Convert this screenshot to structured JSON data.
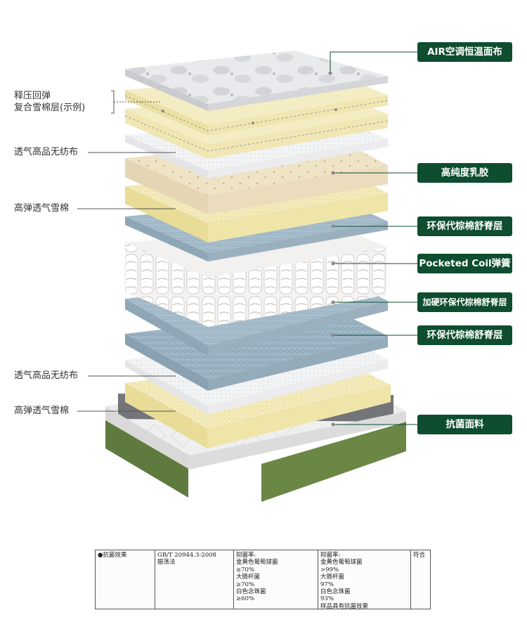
{
  "left_labels": [
    "释压回弹",
    "复合雪棉层(示例)",
    "透气高品无纺布",
    "高弹透气雪棉",
    "透气高品无纺布",
    "高弹透气雪棉"
  ],
  "right_labels": [
    "AIR空调恒温面布",
    "高纯度乳胶",
    "环保代棕棉舒脊层",
    "Pocketed Coil弹簧",
    "加硬环保代棕棉舒脊层",
    "环保代棕棉舒脊层",
    "抗菌面料"
  ],
  "report": {
    "col1": [
      "●抗菌效果"
    ],
    "col2": [
      "GB/T 20944.3-2008",
      "振荡法"
    ],
    "col3": [
      "抑菌率:",
      "金黄色葡萄球菌",
      "≥70%",
      "大肠杆菌",
      "≥70%",
      "白色念珠菌",
      "≥60%"
    ],
    "col4": [
      "抑菌率:",
      "金黄色葡萄球菌",
      ">99%",
      "大肠杆菌",
      "97%",
      "白色念珠菌",
      "93%",
      "样品具有抗菌效果"
    ],
    "col5": [
      "符合"
    ]
  },
  "colors": {
    "brand_green": "#0e4d2f",
    "foam_yellow": "#f1e7b4",
    "latex_beige": "#efe4c9",
    "fiber_blue": "#9db5c4",
    "base_green": "#5f7a3e"
  }
}
